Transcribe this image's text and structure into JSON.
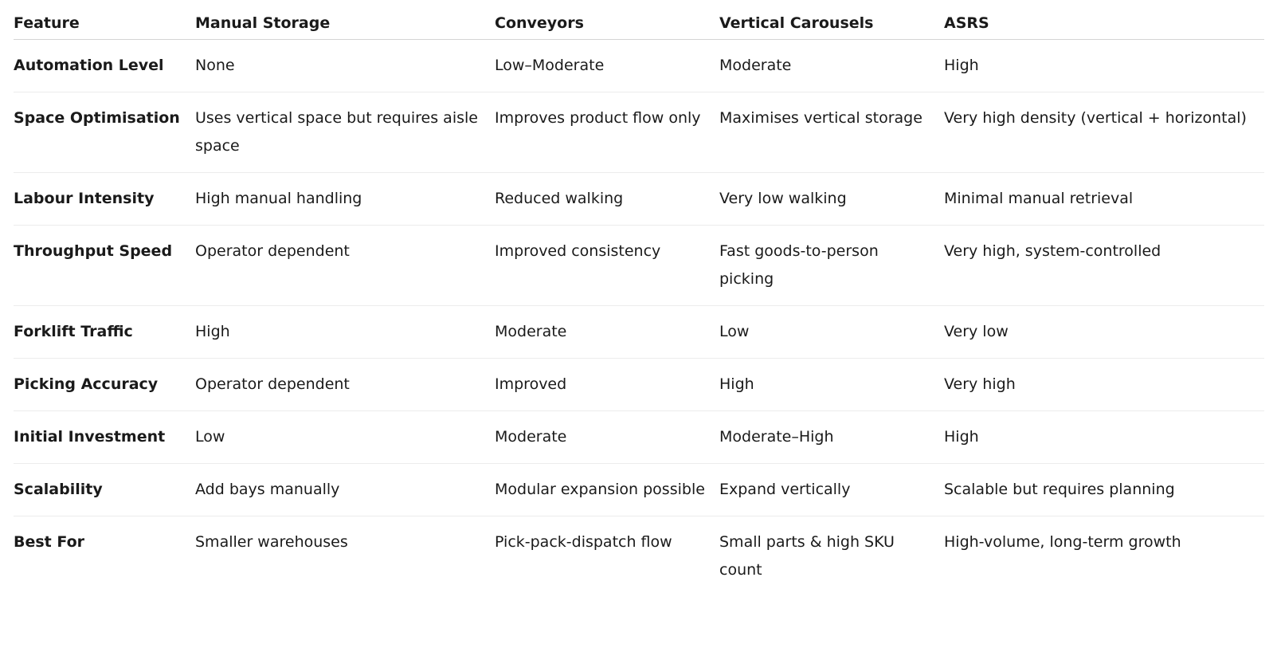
{
  "table": {
    "headers": [
      "Feature",
      "Manual Storage",
      "Conveyors",
      "Vertical Carousels",
      "ASRS"
    ],
    "rows": [
      [
        "Automation Level",
        "None",
        "Low–Moderate",
        "Moderate",
        "High"
      ],
      [
        "Space Optimisation",
        "Uses vertical space but requires aisle space",
        "Improves product flow only",
        "Maximises vertical storage",
        "Very high density (vertical + horizontal)"
      ],
      [
        "Labour Intensity",
        "High manual handling",
        "Reduced walking",
        "Very low walking",
        "Minimal manual retrieval"
      ],
      [
        "Throughput Speed",
        "Operator dependent",
        "Improved consistency",
        "Fast goods-to-person picking",
        "Very high, system-controlled"
      ],
      [
        "Forklift Traffic",
        "High",
        "Moderate",
        "Low",
        "Very low"
      ],
      [
        "Picking Accuracy",
        "Operator dependent",
        "Improved",
        "High",
        "Very high"
      ],
      [
        "Initial Investment",
        "Low",
        "Moderate",
        "Moderate–High",
        "High"
      ],
      [
        "Scalability",
        "Add bays manually",
        "Modular expansion possible",
        "Expand vertically",
        "Scalable but requires planning"
      ],
      [
        "Best For",
        "Smaller warehouses",
        "Pick-pack-dispatch flow",
        "Small parts & high SKU count",
        "High-volume, long-term growth"
      ]
    ]
  }
}
